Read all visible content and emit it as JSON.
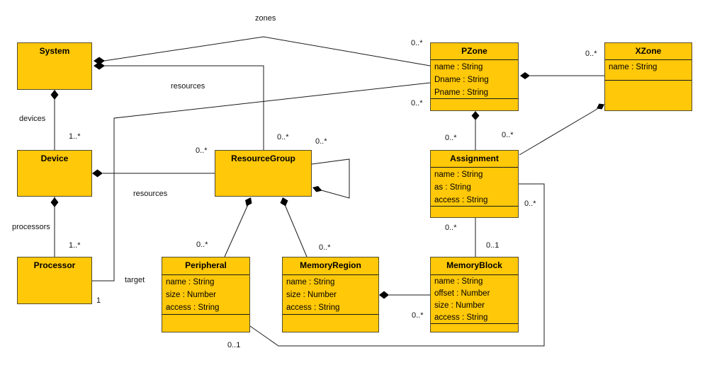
{
  "classes": {
    "system": {
      "name": "System"
    },
    "device": {
      "name": "Device"
    },
    "processor": {
      "name": "Processor"
    },
    "resource_group": {
      "name": "ResourceGroup"
    },
    "peripheral": {
      "name": "Peripheral",
      "attributes": [
        "name : String",
        "size : Number",
        "access : String"
      ]
    },
    "memory_region": {
      "name": "MemoryRegion",
      "attributes": [
        "name : String",
        "size : Number",
        "access : String"
      ]
    },
    "memory_block": {
      "name": "MemoryBlock",
      "attributes": [
        "name : String",
        "offset : Number",
        "size : Number",
        "access : String"
      ]
    },
    "assignment": {
      "name": "Assignment",
      "attributes": [
        "name : String",
        "as : String",
        "access : String"
      ]
    },
    "pzone": {
      "name": "PZone",
      "attributes": [
        "name : String",
        "Dname : String",
        "Pname : String"
      ]
    },
    "xzone": {
      "name": "XZone",
      "attributes": [
        "name : String"
      ]
    }
  },
  "association_labels": {
    "zones": "zones",
    "resources_system": "resources",
    "resources_device": "resources",
    "devices": "devices",
    "processors": "processors",
    "target": "target"
  },
  "multiplicities": {
    "device_end": "1..*",
    "processor_end": "1..*",
    "target_processor_end": "1",
    "rg_from_system": "0..*",
    "rg_from_device": "0..*",
    "rg_self": "0..*",
    "peripheral_end": "0..*",
    "memory_region_end": "0..*",
    "pzone_zones_end": "0..*",
    "pzone_target_end": "0..*",
    "xzone_end": "0..*",
    "assignment_from_pzone": "0..*",
    "assignment_from_xzone": "0..*",
    "assignment_peripheral_line": "0..*",
    "assignment_memoryblock_line": "0..*",
    "memoryblock_end": "0..1",
    "memoryblock_from_region": "0..*",
    "peripheral_target_end": "0..1"
  },
  "colors": {
    "class_fill": "#FFC808",
    "class_border": "#564c2c",
    "line": "#1a1a1a"
  }
}
